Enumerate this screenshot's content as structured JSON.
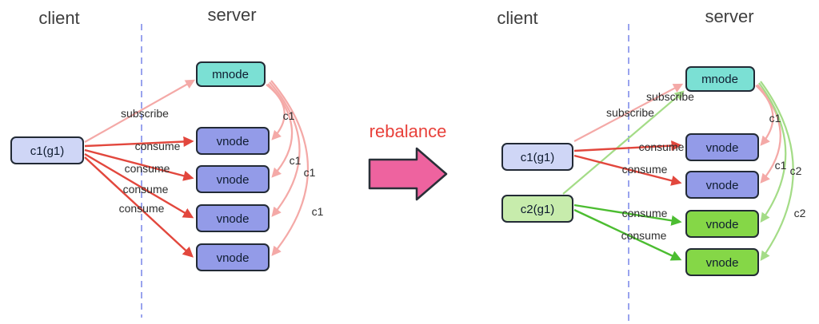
{
  "left": {
    "client_label": "client",
    "server_label": "server",
    "mnode_label": "mnode",
    "client_node_label": "c1(g1)",
    "vnode_labels": [
      "vnode",
      "vnode",
      "vnode",
      "vnode"
    ],
    "subscribe_label": "subscribe",
    "consume_labels": [
      "consume",
      "consume",
      "consume",
      "consume"
    ],
    "assign_labels": [
      "c1",
      "c1",
      "c1",
      "c1"
    ]
  },
  "middle": {
    "rebalance_label": "rebalance"
  },
  "right": {
    "client_label": "client",
    "server_label": "server",
    "mnode_label": "mnode",
    "client_node_labels": [
      "c1(g1)",
      "c2(g1)"
    ],
    "vnode_labels": [
      "vnode",
      "vnode",
      "vnode",
      "vnode"
    ],
    "subscribe_labels": [
      "subscribe",
      "subscribe"
    ],
    "consume_labels": [
      "consume",
      "consume",
      "consume",
      "consume"
    ],
    "assign_labels": [
      "c1",
      "c1",
      "c2",
      "c2"
    ]
  },
  "colors": {
    "mnode_fill": "#7be0d4",
    "vnode_purple_fill": "#939be8",
    "vnode_green_fill": "#85d747",
    "client_c1_fill": "#cfd6f6",
    "client_c2_fill": "#c7ecac",
    "box_border": "#222a35",
    "arrow_red": "#e2473d",
    "arrow_pink": "#f4a9a7",
    "arrow_green": "#4cbd31",
    "arrow_light_green": "#a4dc87",
    "divider": "#99a3ee",
    "rebalance_text": "#e8403a",
    "rebalance_arrow_fill": "#ee639f"
  }
}
